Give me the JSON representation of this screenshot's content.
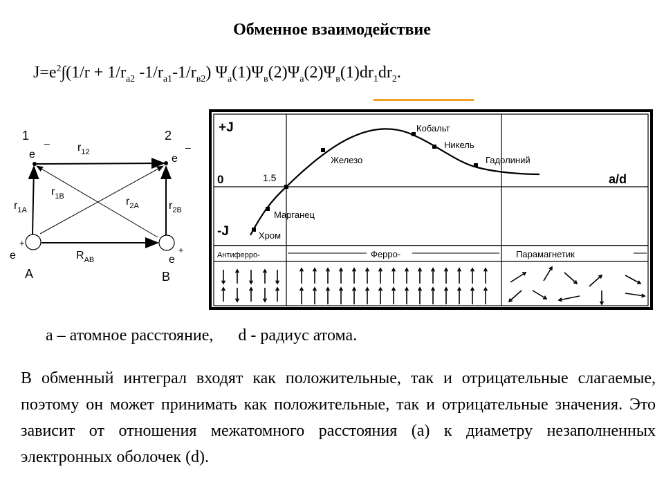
{
  "title": "Обменное взаимодействие",
  "formula": {
    "prefix": "J=e",
    "sup2": "2",
    "integral": "∫",
    "part1": "(1/r + 1/r",
    "sub_a2": "a2",
    "part2": " -1/r",
    "sub_a1": "a1",
    "part3": "-1/r",
    "sub_b2": "в2",
    "part4": ") Ψ",
    "sub_a_1": "a",
    "part5": "(1)Ψ",
    "sub_b_2": "в",
    "part6": "(2)Ψ",
    "sub_a_3": "a",
    "part7": "(2)Ψ",
    "sub_b_4": "в",
    "part8": "(1)dr",
    "sub_1": "1",
    "part9": "dr",
    "sub_2": "2",
    "part10": "."
  },
  "diagram": {
    "label_1": "1",
    "label_2": "2",
    "minus1": "–",
    "minus2": "–",
    "e_top_left": "e",
    "e_top_right": "e",
    "r12": "r",
    "r12_sub": "12",
    "r1B": "r",
    "r1B_sub": "1B",
    "r2A": "r",
    "r2A_sub": "2A",
    "r1A": "r",
    "r1A_sub": "1A",
    "r2B": "r",
    "r2B_sub": "2B",
    "RAB": "R",
    "RAB_sub": "AB",
    "e_bottom_left": "e",
    "e_bottom_right": "e",
    "plus1": "+",
    "plus2": "+",
    "label_A": "A",
    "label_B": "B"
  },
  "graph": {
    "plus_j": "+J",
    "minus_j": "-J",
    "zero": "0",
    "tick_15": "1.5",
    "axis_label": "a/d",
    "points": [
      "Железо",
      "Кобальт",
      "Никель",
      "Гадолиний",
      "Марганец",
      "Хром"
    ],
    "regions": [
      "Антиферро-",
      "Ферро-",
      "Парамагнетик"
    ]
  },
  "caption": "a – атомное расстояние,      d - радиус атома.",
  "body_text": "В обменный интеграл входят как положительные, так и отрицательные слагаемые, поэтому он может принимать как положительные, так и отрицательные значения. Это зависит от отношения межатомного расстояния (a) к диаметру незаполненных электронных оболочек (d).",
  "colors": {
    "underline_accent": "#f0a020"
  }
}
